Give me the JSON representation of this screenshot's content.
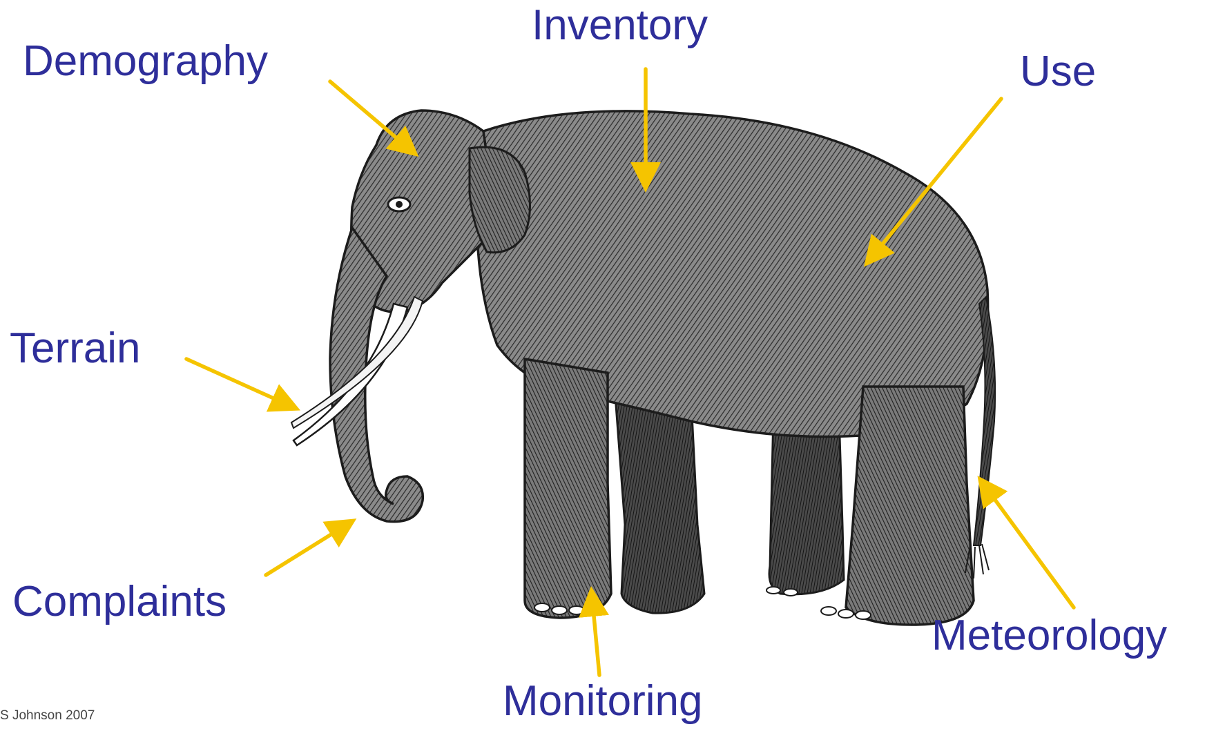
{
  "labels": {
    "demography": "Demography",
    "inventory": "Inventory",
    "use": "Use",
    "terrain": "Terrain",
    "complaints": "Complaints",
    "meteorology": "Meteorology",
    "monitoring": "Monitoring"
  },
  "credit": "S Johnson 2007",
  "colors": {
    "label_text": "#2e2e9a",
    "arrow": "#f5c400",
    "ink": "#1c1c1c"
  }
}
